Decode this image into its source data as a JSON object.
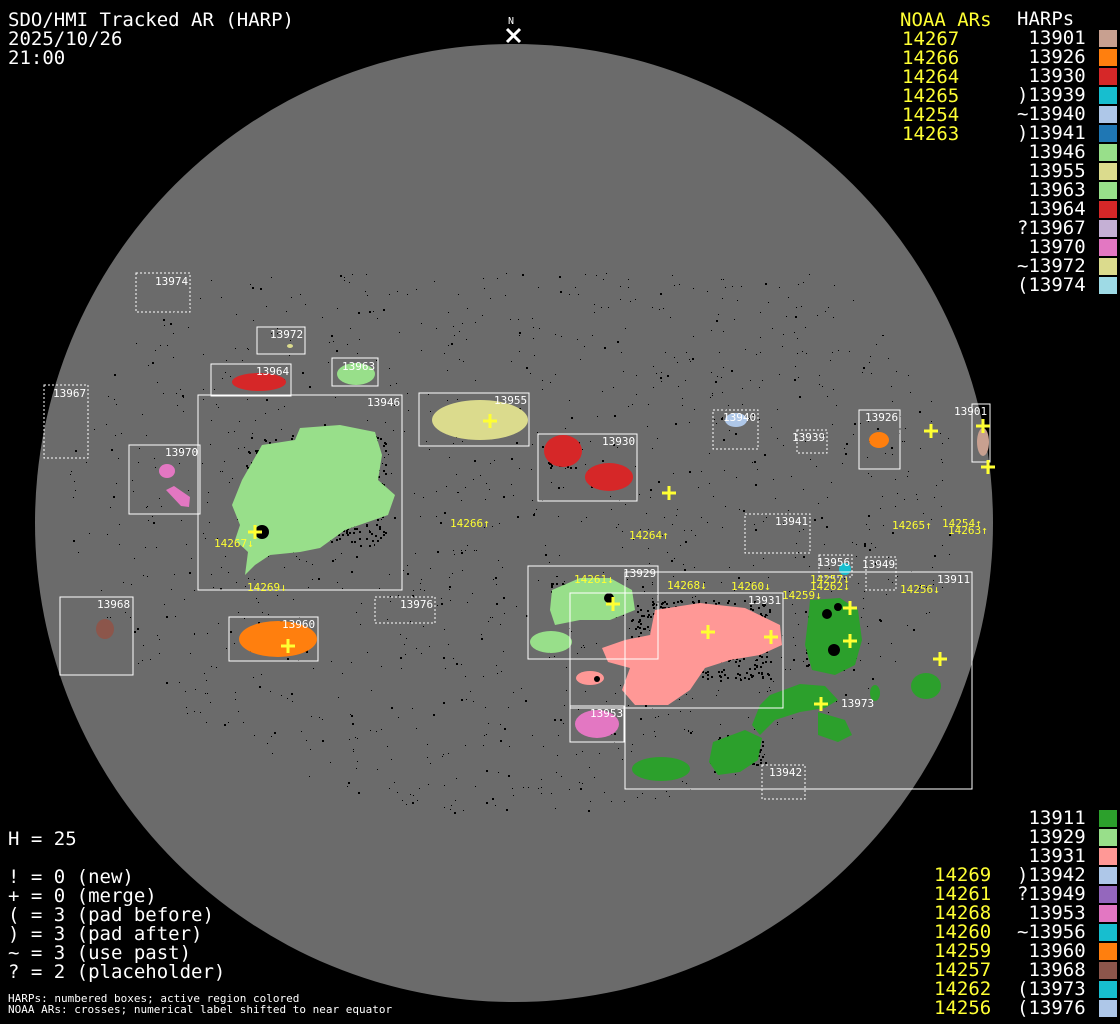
{
  "header": {
    "title": "SDO/HMI Tracked AR (HARP)",
    "date": "2025/10/26",
    "time": "21:00",
    "north": "N"
  },
  "legend_top": {
    "noaa_title": "NOAA ARs",
    "harps_title": "HARPs",
    "noaa": [
      "14267",
      "14266",
      "14264",
      "14265",
      "14254",
      "14263"
    ],
    "harps": [
      {
        "label": " 13901",
        "color": "#c8a090"
      },
      {
        "label": " 13926",
        "color": "#ff7f0e"
      },
      {
        "label": " 13930",
        "color": "#d62728"
      },
      {
        "label": ")13939",
        "color": "#17becf"
      },
      {
        "label": "~13940",
        "color": "#aec7e8"
      },
      {
        "label": ")13941",
        "color": "#1f77b4"
      },
      {
        "label": " 13946",
        "color": "#98df8a"
      },
      {
        "label": " 13955",
        "color": "#dbdb8d"
      },
      {
        "label": " 13963",
        "color": "#98df8a"
      },
      {
        "label": " 13964",
        "color": "#d62728"
      },
      {
        "label": "?13967",
        "color": "#c5b0d5"
      },
      {
        "label": " 13970",
        "color": "#e377c2"
      },
      {
        "label": "~13972",
        "color": "#dbdb8d"
      },
      {
        "label": "(13974",
        "color": "#9edae5"
      }
    ]
  },
  "legend_bottom": {
    "noaa": [
      "14269",
      "14261",
      "14268",
      "14260",
      "14259",
      "14257",
      "14262",
      "14256"
    ],
    "harps": [
      {
        "label": " 13911",
        "color": "#2ca02c"
      },
      {
        "label": " 13929",
        "color": "#98df8a"
      },
      {
        "label": " 13931",
        "color": "#ff9896"
      },
      {
        "label": ")13942",
        "color": "#aec7e8"
      },
      {
        "label": "?13949",
        "color": "#9467bd"
      },
      {
        "label": " 13953",
        "color": "#e377c2"
      },
      {
        "label": "~13956",
        "color": "#17becf"
      },
      {
        "label": " 13960",
        "color": "#ff7f0e"
      },
      {
        "label": " 13968",
        "color": "#8c564b"
      },
      {
        "label": "(13973",
        "color": "#17becf"
      },
      {
        "label": "(13976",
        "color": "#aec7e8"
      }
    ]
  },
  "stats": {
    "h": "H = 25",
    "lines": [
      "! = 0 (new)",
      "+ = 0 (merge)",
      "( = 3 (pad before)",
      ") = 3 (pad after)",
      "~ = 3 (use past)",
      "? = 2 (placeholder)"
    ]
  },
  "notes": [
    "HARPs: numbered boxes; active region colored",
    "NOAA ARs: crosses; numerical label shifted to near equator"
  ],
  "harp_labels": {
    "h13974": "13974",
    "h13972": "13972",
    "h13963": "13963",
    "h13964": "13964",
    "h13967": "13967",
    "h13946": "13946",
    "h13955": "13955",
    "h13940": "13940",
    "h13939": "13939",
    "h13926": "13926",
    "h13901": "13901",
    "h13930": "13930",
    "h13970": "13970",
    "h13941": "13941",
    "h13956": "13956",
    "h13949": "13949",
    "h13929": "13929",
    "h13911": "13911",
    "h13931": "13931",
    "h13976": "13976",
    "h13968": "13968",
    "h13960": "13960",
    "h13973": "13973",
    "h13953": "13953",
    "h13942": "13942"
  },
  "noaa_labels": {
    "n14266": "14266↑",
    "n14264": "14264↑",
    "n14265": "14265↑",
    "n14254": "14254↑",
    "n14263": "14263↑",
    "n14267": "14267↓",
    "n14269": "14269↓",
    "n14261": "14261↓",
    "n14268": "14268↓",
    "n14260": "14260↓",
    "n14259": "14259↓",
    "n14257": "14257↓",
    "n14262": "14262↓",
    "n14256": "14256↓"
  },
  "colors": {
    "disk": "#6b6b6b",
    "noaa": "#ffff33",
    "box": "#ffffff"
  }
}
